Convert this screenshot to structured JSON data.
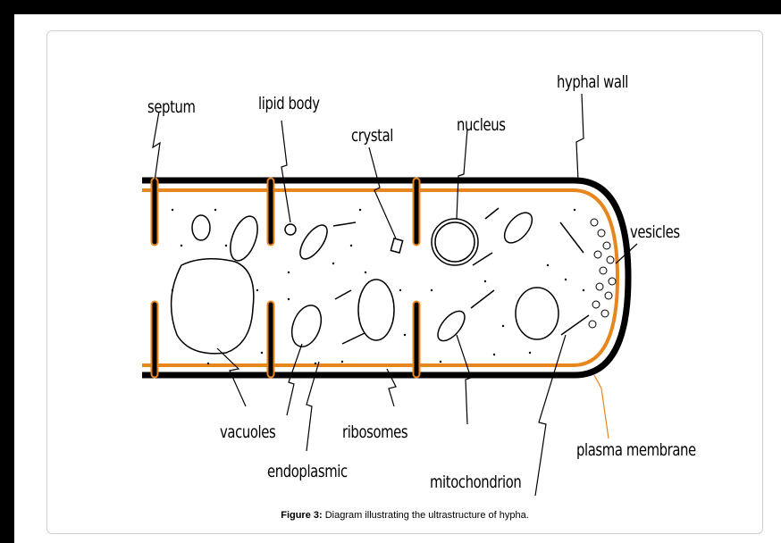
{
  "diagram": {
    "labels": {
      "septum": "septum",
      "lipid_body": "lipid body",
      "crystal": "crystal",
      "nucleus": "nucleus",
      "hyphal_wall": "hyphal wall",
      "vesicles": "vesicles",
      "vacuoles": "vacuoles",
      "endoplasmic": "endoplasmic",
      "ribosomes": "ribosomes",
      "mitochondrion": "mitochondrion",
      "plasma_membrane": "plasma membrane"
    },
    "colors": {
      "wall": "#000000",
      "membrane": "#e8861e",
      "background": "#000000"
    }
  },
  "caption": {
    "prefix": "Figure 3:",
    "text": " Diagram illustrating the ultrastructure of hypha."
  }
}
